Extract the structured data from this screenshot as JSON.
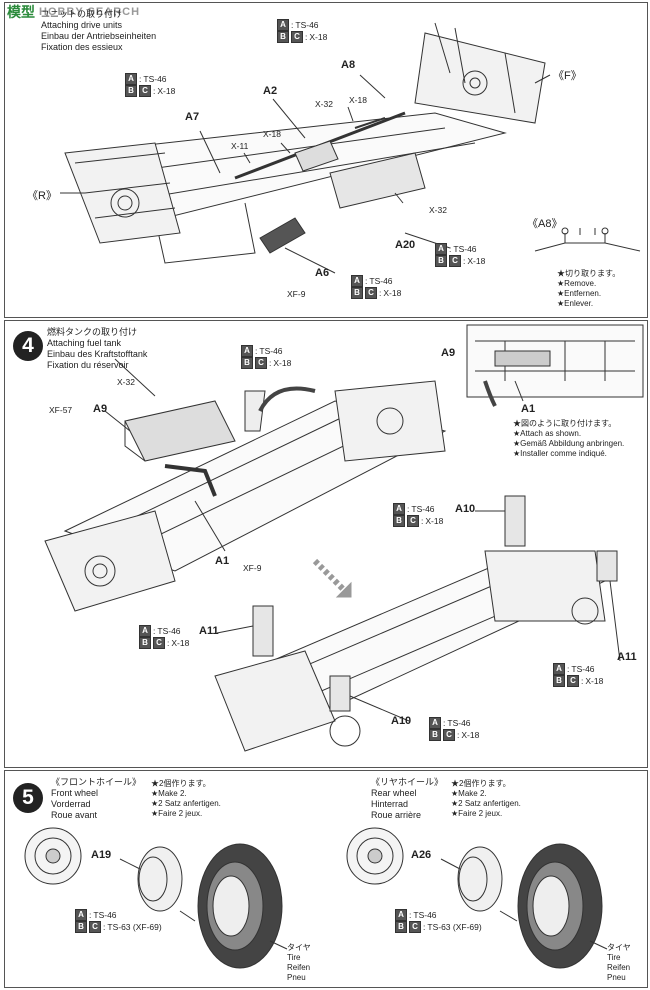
{
  "watermark": {
    "logo": "模型",
    "text": "HOBBY SEARCH"
  },
  "step3": {
    "titles": [
      "ユニットの取り付け",
      "Attaching drive units",
      "Einbau der Antriebseinheiten",
      "Fixation des essieux"
    ],
    "paint_a8": {
      "a": "TS-46",
      "bc": "X-18"
    },
    "paint_a7": {
      "a": "TS-46",
      "bc": "X-18"
    },
    "parts": {
      "a8": "A8",
      "a2": "A2",
      "a7": "A7",
      "f": "《F》",
      "r": "《R》",
      "a20": "A20",
      "a6": "A6",
      "a8detail": "《A8》"
    },
    "labels": {
      "x32a": "X-32",
      "x18a": "X-18",
      "x18b": "X-18",
      "x11": "X-11",
      "x32b": "X-32",
      "xf9": "XF-9"
    },
    "paint_a20": {
      "a": "TS-46",
      "bc": "X-18"
    },
    "paint_a6": {
      "a": "TS-46",
      "bc": "X-18"
    },
    "a8notes": [
      "★切り取ります。",
      "★Remove.",
      "★Entfernen.",
      "★Enlever."
    ]
  },
  "step4": {
    "number": "4",
    "titles": [
      "燃料タンクの取り付け",
      "Attaching fuel tank",
      "Einbau des Kraftstofftank",
      "Fixation du réservoir"
    ],
    "paint_top": {
      "a": "TS-46",
      "bc": "X-18"
    },
    "labels": {
      "x32": "X-32",
      "xf57": "XF-57",
      "xf9": "XF-9"
    },
    "parts": {
      "a9": "A9",
      "a1": "A1",
      "a9detail": "A9",
      "a1detail": "A1",
      "a10": "A10",
      "a11": "A11",
      "a11b": "A11",
      "a10b": "A10"
    },
    "notes": [
      "★図のように取り付けます。",
      "★Attach as shown.",
      "★Gemäß Abbildung anbringen.",
      "★Installer comme indiqué."
    ],
    "paint_a10": {
      "a": "TS-46",
      "bc": "X-18"
    },
    "paint_a11": {
      "a": "TS-46",
      "bc": "X-18"
    },
    "paint_a11b": {
      "a": "TS-46",
      "bc": "X-18"
    },
    "paint_a10b": {
      "a": "TS-46",
      "bc": "X-18"
    }
  },
  "step5": {
    "number": "5",
    "front": {
      "titles": [
        "《フロントホイール》",
        "Front wheel",
        "Vorderrad",
        "Roue avant"
      ],
      "notes": [
        "★2個作ります。",
        "★Make 2.",
        "★2 Satz anfertigen.",
        "★Faire 2 jeux."
      ],
      "part": "A19",
      "paint": {
        "a": "TS-46",
        "bc": "TS-63 (XF-69)"
      },
      "tire": [
        "タイヤ",
        "Tire",
        "Reifen",
        "Pneu"
      ]
    },
    "rear": {
      "titles": [
        "《リヤホイール》",
        "Rear wheel",
        "Hinterrad",
        "Roue arrière"
      ],
      "notes": [
        "★2個作ります。",
        "★Make 2.",
        "★2 Satz anfertigen.",
        "★Faire 2 jeux."
      ],
      "part": "A26",
      "paint": {
        "a": "TS-46",
        "bc": "TS-63 (XF-69)"
      },
      "tire": [
        "タイヤ",
        "Tire",
        "Reifen",
        "Pneu"
      ]
    }
  },
  "boxes": {
    "a": "A",
    "b": "B",
    "c": "C"
  }
}
